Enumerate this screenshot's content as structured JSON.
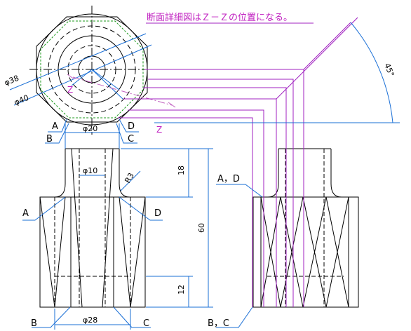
{
  "note": "断面詳細図はＺ－Ｚの位置になる。",
  "angle_label": "45°",
  "section_mark": "Z",
  "dimensions": {
    "d38": "φ38",
    "d40": "φ40",
    "d20": "φ20",
    "d10": "φ10",
    "r3": "R3",
    "h18": "18",
    "h60": "60",
    "h12": "12",
    "d28": "φ28"
  },
  "labels": {
    "a": "A",
    "b": "B",
    "c": "C",
    "d": "D",
    "ad": "A，D",
    "bc": "B，C"
  },
  "colors": {
    "outline": "#000000",
    "dimension": "#1a6fd6",
    "projection": "#a020c0",
    "chamfer": "#1d9a1d",
    "section": "#c060c0"
  }
}
